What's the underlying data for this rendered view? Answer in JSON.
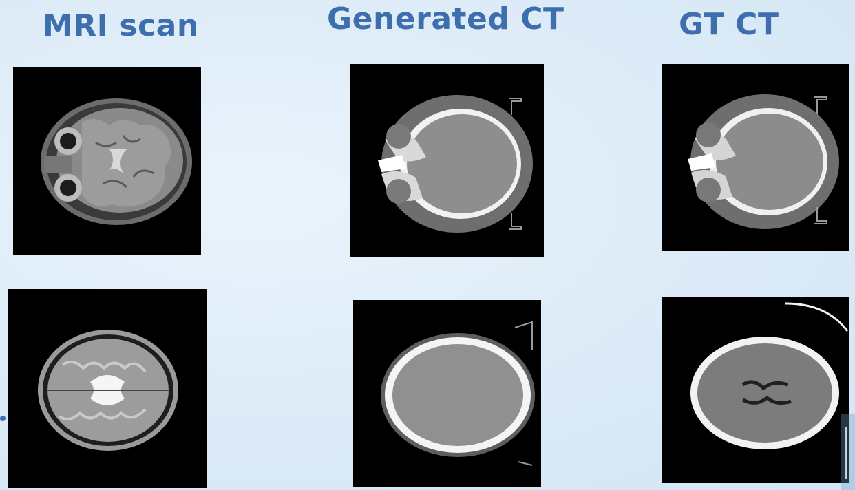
{
  "columns": [
    {
      "title": "MRI scan"
    },
    {
      "title": "Generated CT"
    },
    {
      "title": "GT CT"
    }
  ],
  "colors": {
    "title": "#3d6fae",
    "scan_background": "#000000"
  }
}
